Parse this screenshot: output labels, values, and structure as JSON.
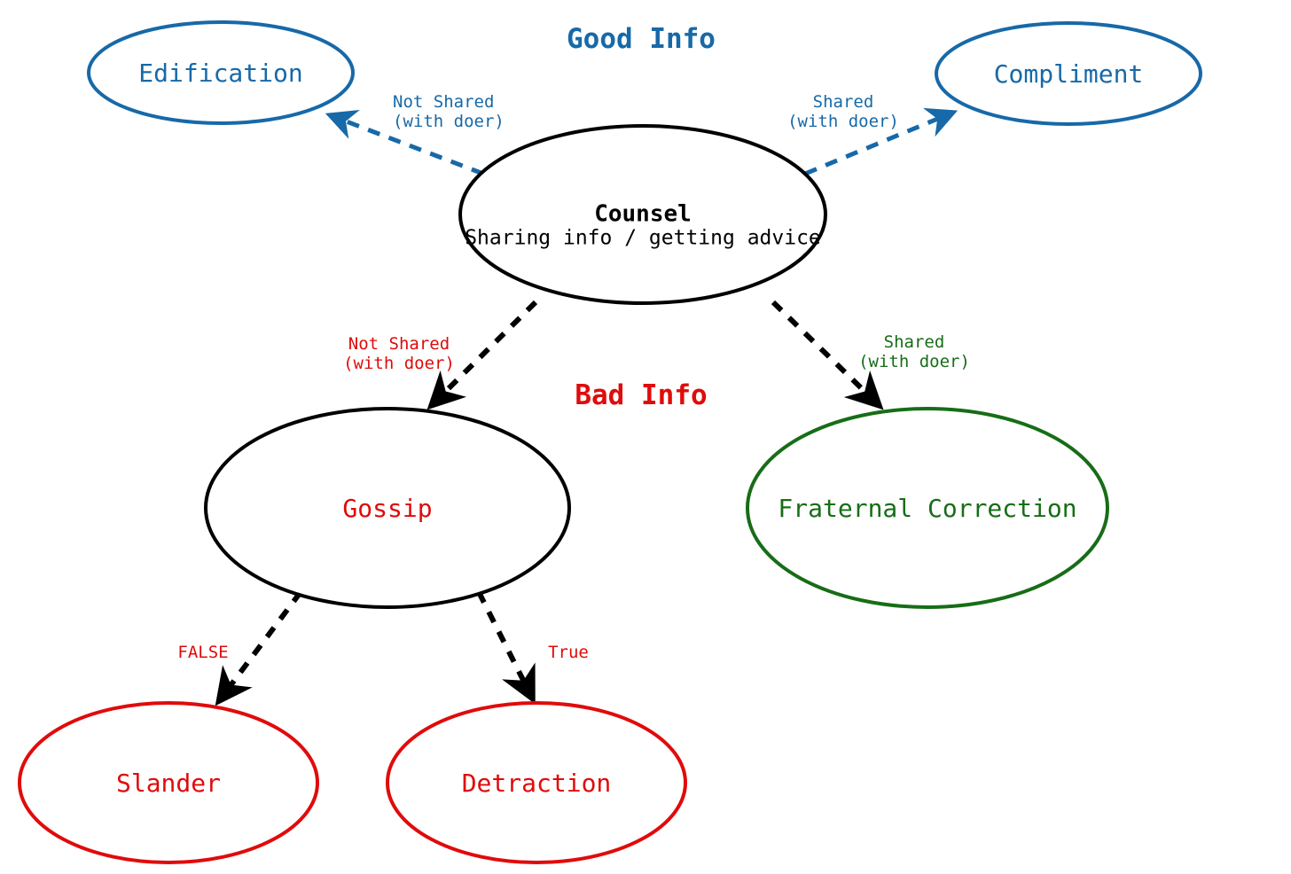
{
  "diagram": {
    "title_good": "Good Info",
    "title_bad": "Bad Info",
    "colors": {
      "blue": "#1769a8",
      "red": "#e00b0b",
      "green": "#176d17",
      "black": "#000000"
    },
    "nodes": {
      "counsel": {
        "label": "Counsel",
        "sublabel": "Sharing info / getting advice"
      },
      "edification": {
        "label": "Edification"
      },
      "compliment": {
        "label": "Compliment"
      },
      "gossip": {
        "label": "Gossip"
      },
      "fraternal_correction": {
        "label": "Fraternal Correction"
      },
      "slander": {
        "label": "Slander"
      },
      "detraction": {
        "label": "Detraction"
      }
    },
    "edges": {
      "counsel_to_edification": {
        "line1": "Not Shared",
        "line2": "(with doer)"
      },
      "counsel_to_compliment": {
        "line1": "Shared",
        "line2": "(with doer)"
      },
      "counsel_to_gossip": {
        "line1": "Not Shared",
        "line2": "(with doer)"
      },
      "counsel_to_fraternal_correction": {
        "line1": "Shared",
        "line2": "(with doer)"
      },
      "gossip_to_slander": {
        "label": "FALSE"
      },
      "gossip_to_detraction": {
        "label": "True"
      }
    }
  }
}
